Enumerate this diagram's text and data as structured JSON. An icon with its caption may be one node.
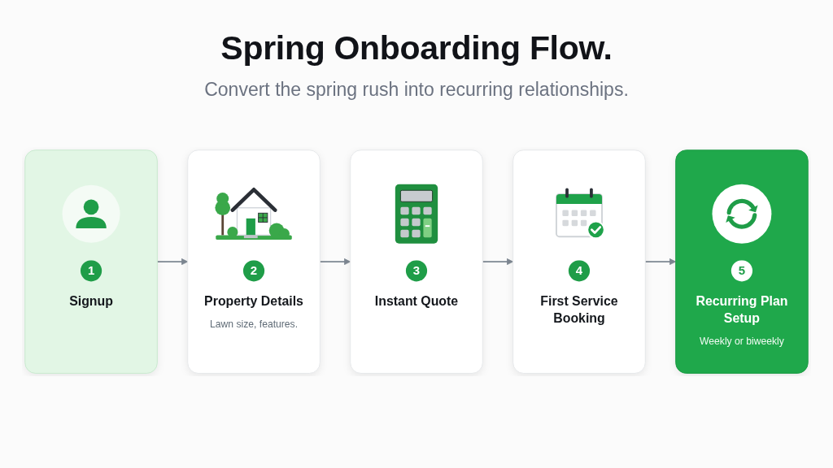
{
  "diagram": {
    "title": "Spring Onboarding Flow.",
    "nodes": [
      {
        "text": [
          "1",
          "Signup"
        ]
      },
      {
        "text": [
          "2",
          "Property Details",
          "Lawn size, features."
        ]
      },
      {
        "text": [
          "3",
          "Instant Quote"
        ]
      },
      {
        "text": [
          "4",
          "First Service Booking"
        ]
      },
      {
        "text": [
          "5",
          "Recurring Plan Setup",
          "Weekly or biweekly"
        ]
      }
    ],
    "edges": [
      {
        "from": 0,
        "to": 1,
        "arrow": "to"
      },
      {
        "from": 1,
        "to": 2,
        "arrow": "to"
      },
      {
        "from": 2,
        "to": 3,
        "arrow": "to"
      },
      {
        "from": 3,
        "to": 4,
        "arrow": "to"
      }
    ],
    "labels": [
      "Convert the spring rush into recurring relationships."
    ]
  }
}
